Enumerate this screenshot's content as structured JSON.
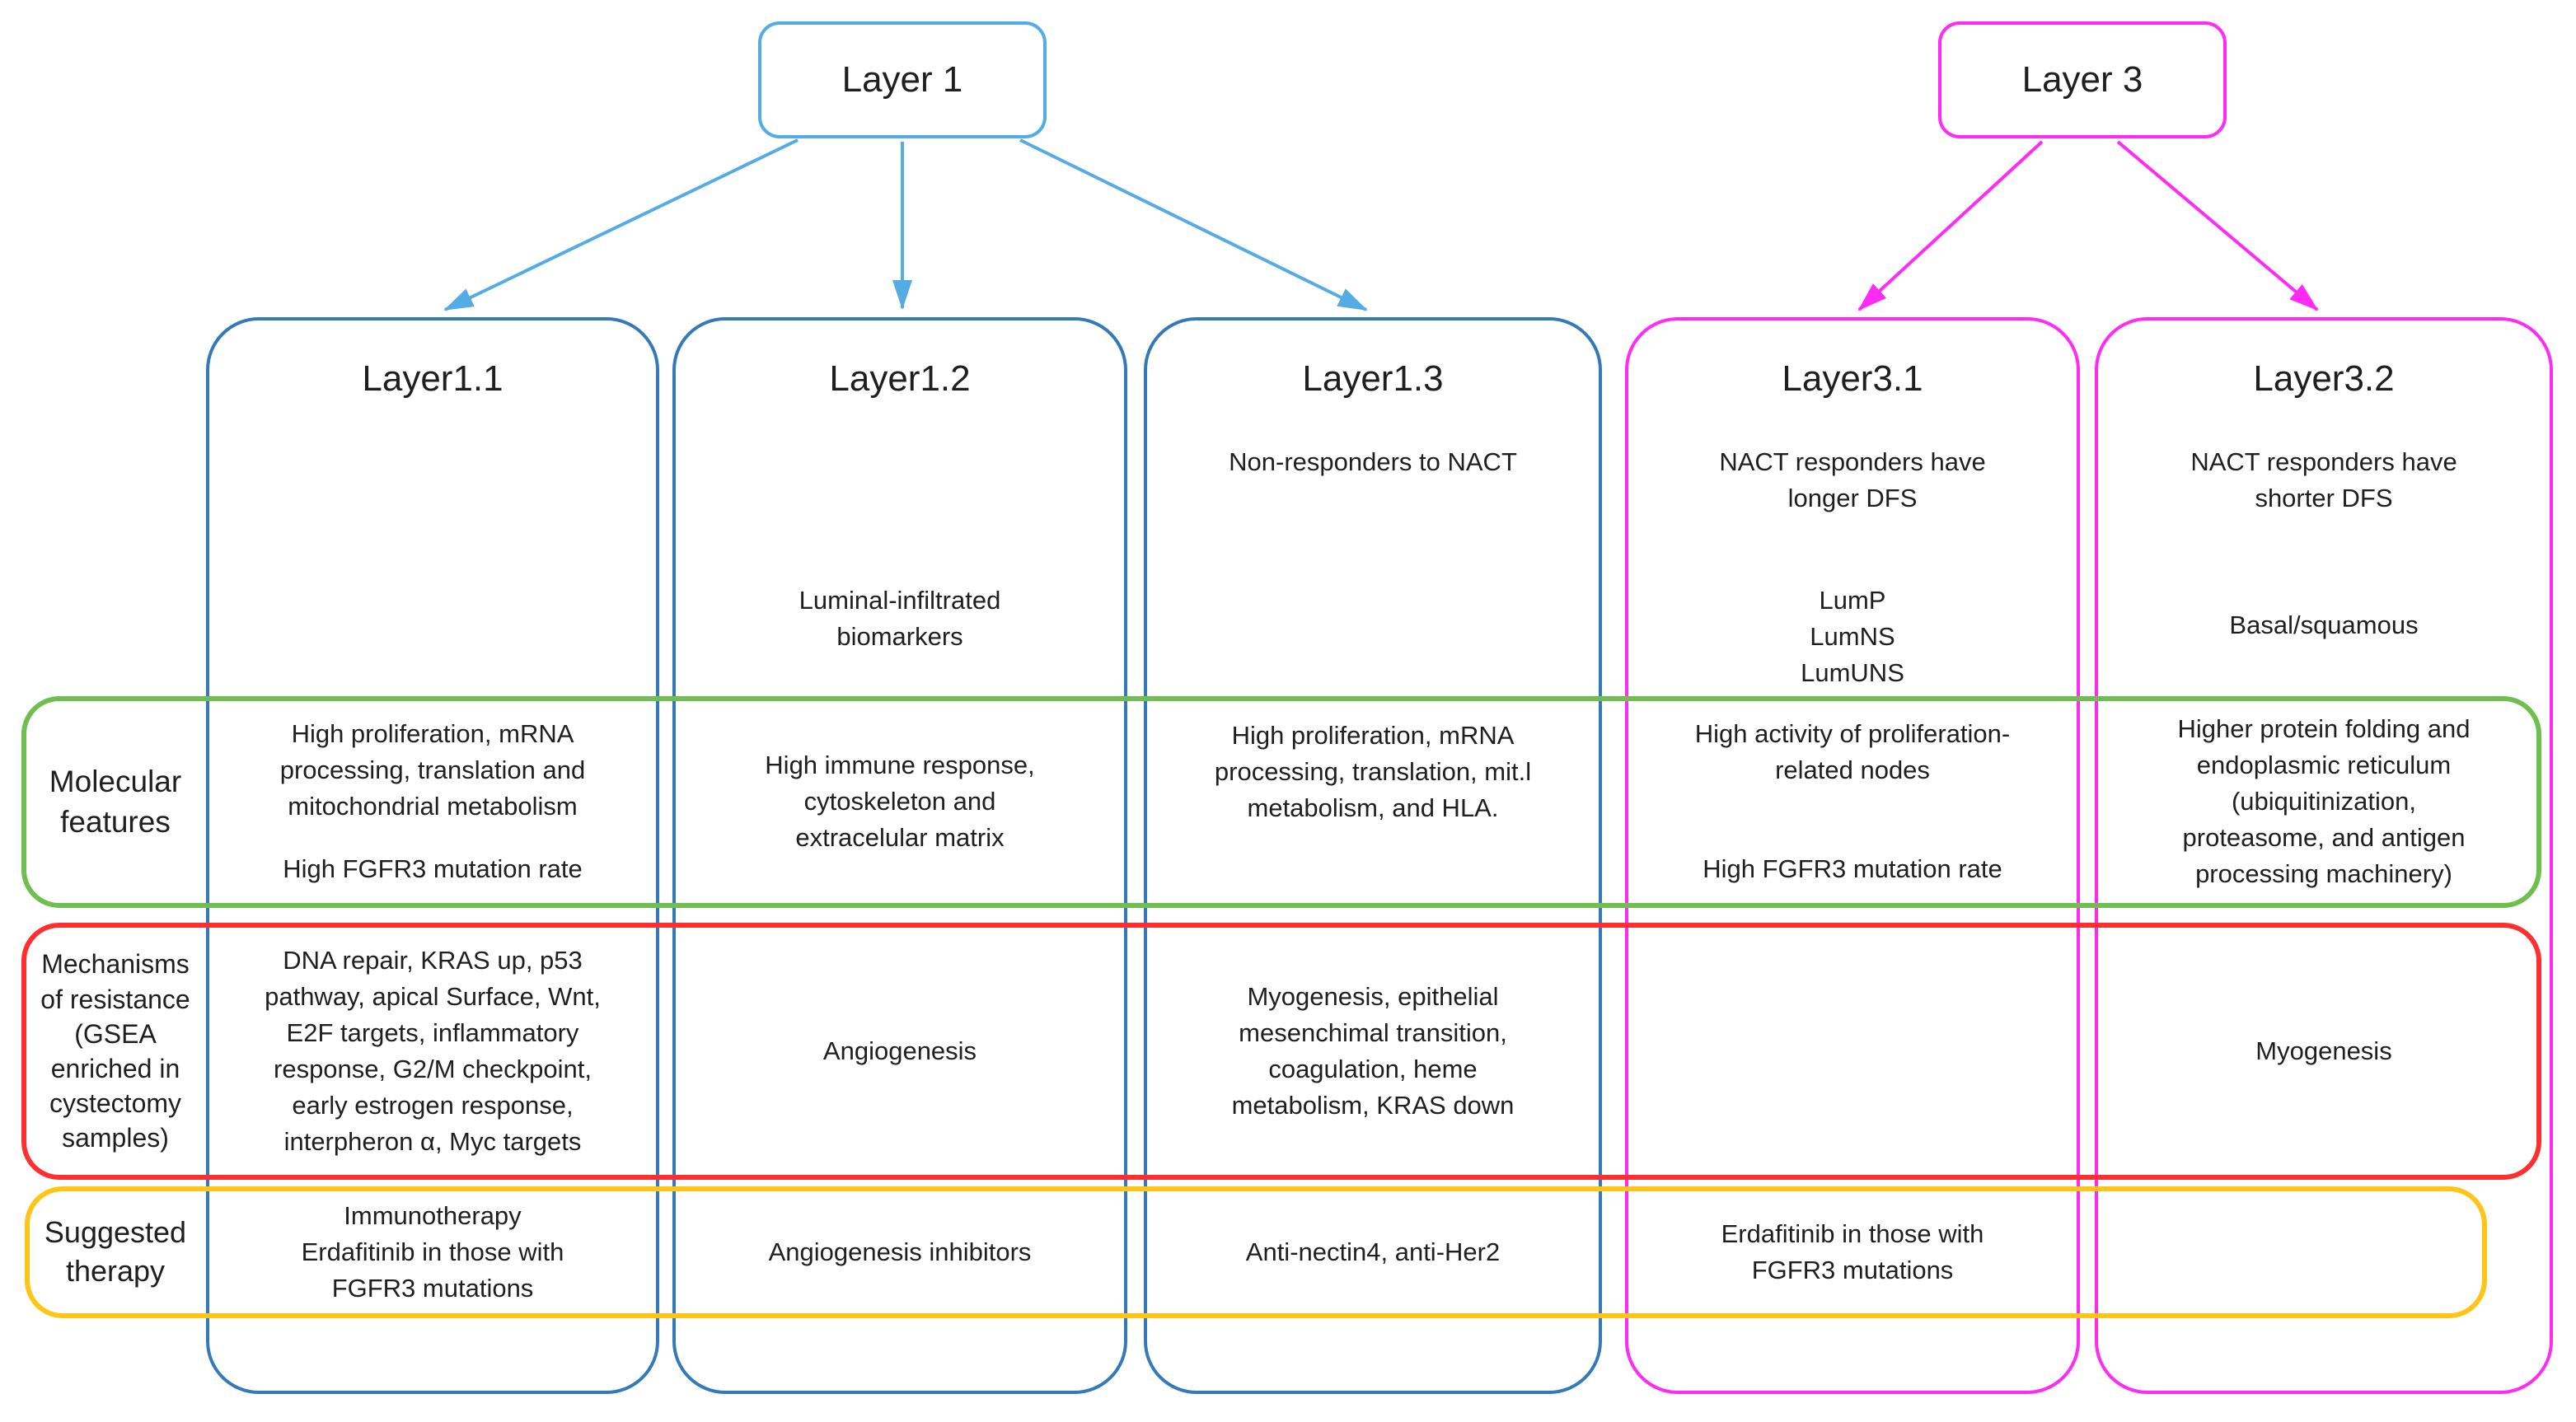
{
  "colors": {
    "layer1_accent": "#55ABE4",
    "layer3_accent": "#FF2BF5",
    "column_blue_border": "#3579B8",
    "column_magenta_border": "#FF2BF5",
    "molecular_band_green": "#6FBF4F",
    "mechanisms_band_red": "#FF2F2F",
    "therapy_band_yellow": "#FFC516",
    "text": "#1F1F1F"
  },
  "top_nodes": {
    "layer1": {
      "label": "Layer 1"
    },
    "layer3": {
      "label": "Layer 3"
    }
  },
  "row_labels": {
    "molecular": "Molecular features",
    "mechanisms": "Mechanisms of resistance (GSEA enriched in cystectomy samples)",
    "therapy": "Suggested therapy"
  },
  "columns": [
    {
      "title": "Layer1.1",
      "desc_top": "",
      "desc_bottom": "",
      "molecular_top": "High proliferation, mRNA\nprocessing, translation and\nmitochondrial metabolism",
      "molecular_bottom": "High FGFR3 mutation rate",
      "mechanisms": "DNA repair, KRAS up, p53\npathway, apical Surface, Wnt,\nE2F targets, inflammatory\nresponse, G2/M checkpoint,\nearly estrogen response,\ninterpheron α, Myc targets",
      "therapy": "Immunotherapy\nErdafitinib in those with\nFGFR3 mutations"
    },
    {
      "title": "Layer1.2",
      "desc_top": "",
      "desc_bottom": "Luminal-infiltrated\nbiomarkers",
      "molecular_top": "High immune response,\ncytoskeleton and\nextracelular matrix",
      "molecular_bottom": "",
      "mechanisms": "Angiogenesis",
      "therapy": "Angiogenesis inhibitors"
    },
    {
      "title": "Layer1.3",
      "desc_top": "Non-responders to NACT",
      "desc_bottom": "",
      "molecular_top": "High proliferation, mRNA\nprocessing, translation, mit.l\nmetabolism, and HLA.",
      "molecular_bottom": "",
      "mechanisms": "Myogenesis, epithelial\nmesenchimal transition,\ncoagulation, heme\nmetabolism, KRAS down",
      "therapy": "Anti-nectin4, anti-Her2"
    },
    {
      "title": "Layer3.1",
      "desc_top": "NACT responders have\nlonger DFS",
      "desc_bottom": "LumP\nLumNS\nLumUNS",
      "molecular_top": "High activity of proliferation-\nrelated nodes",
      "molecular_bottom": "High FGFR3 mutation rate",
      "mechanisms": "",
      "therapy": "Erdafitinib in those with\nFGFR3 mutations"
    },
    {
      "title": "Layer3.2",
      "desc_top": "NACT responders have\nshorter DFS",
      "desc_bottom": "Basal/squamous",
      "molecular_top": "Higher protein folding and\nendoplasmic reticulum\n(ubiquitinization,\nproteasome, and antigen\nprocessing machinery)",
      "molecular_bottom": "",
      "mechanisms": "Myogenesis",
      "therapy": ""
    }
  ]
}
